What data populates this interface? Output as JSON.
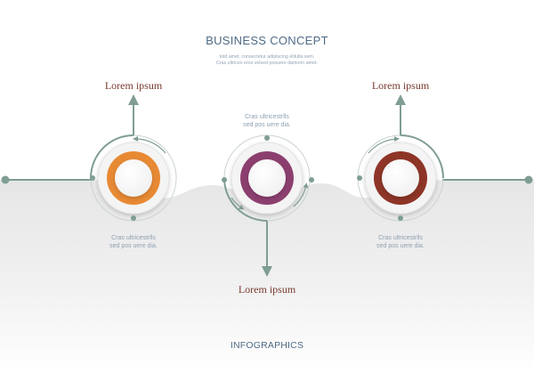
{
  "header": {
    "title": "BUSINESS CONCEPT",
    "subtitle_lines": [
      "told amet, consectetur adipiscing elitulla sem.",
      "Cras ultrices eros velsed posuere damonn  amet."
    ]
  },
  "steps": [
    {
      "label": "Lorem ipsum",
      "description": [
        "Cras ultricestrlls",
        "sed pos uere dia."
      ],
      "ring_color": "#e88a34"
    },
    {
      "label": "Lorem ipsum",
      "description": [
        "Cras ultricestrlls",
        "sed pos uere dia."
      ],
      "ring_color": "#8c3f6f"
    },
    {
      "label": "Lorem ipsum",
      "description": [
        "Cras ultricestrlls",
        "sed pos uere dia."
      ],
      "ring_color": "#8e3527"
    }
  ],
  "footer": {
    "label": "INFOGRAPHICS"
  },
  "colors": {
    "connector": "#7f9d93",
    "label_text": "#7a3b2f",
    "title_text": "#4f6b86",
    "gray_band": "#ededed"
  }
}
